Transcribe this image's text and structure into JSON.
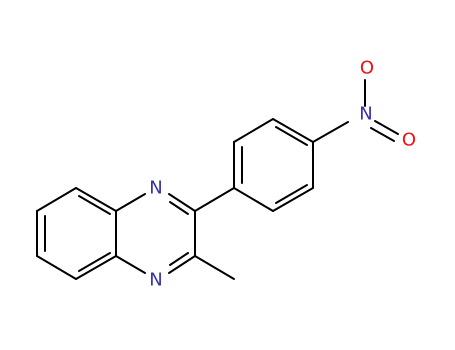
{
  "atoms": {
    "n_top": "N",
    "n_bottom": "N",
    "n_nitro": "N",
    "o_top": "O",
    "o_right": "O"
  },
  "colors": {
    "bond": "#000000",
    "nitrogen": "#3333aa",
    "oxygen": "#ee1111",
    "background": "#ffffff"
  }
}
